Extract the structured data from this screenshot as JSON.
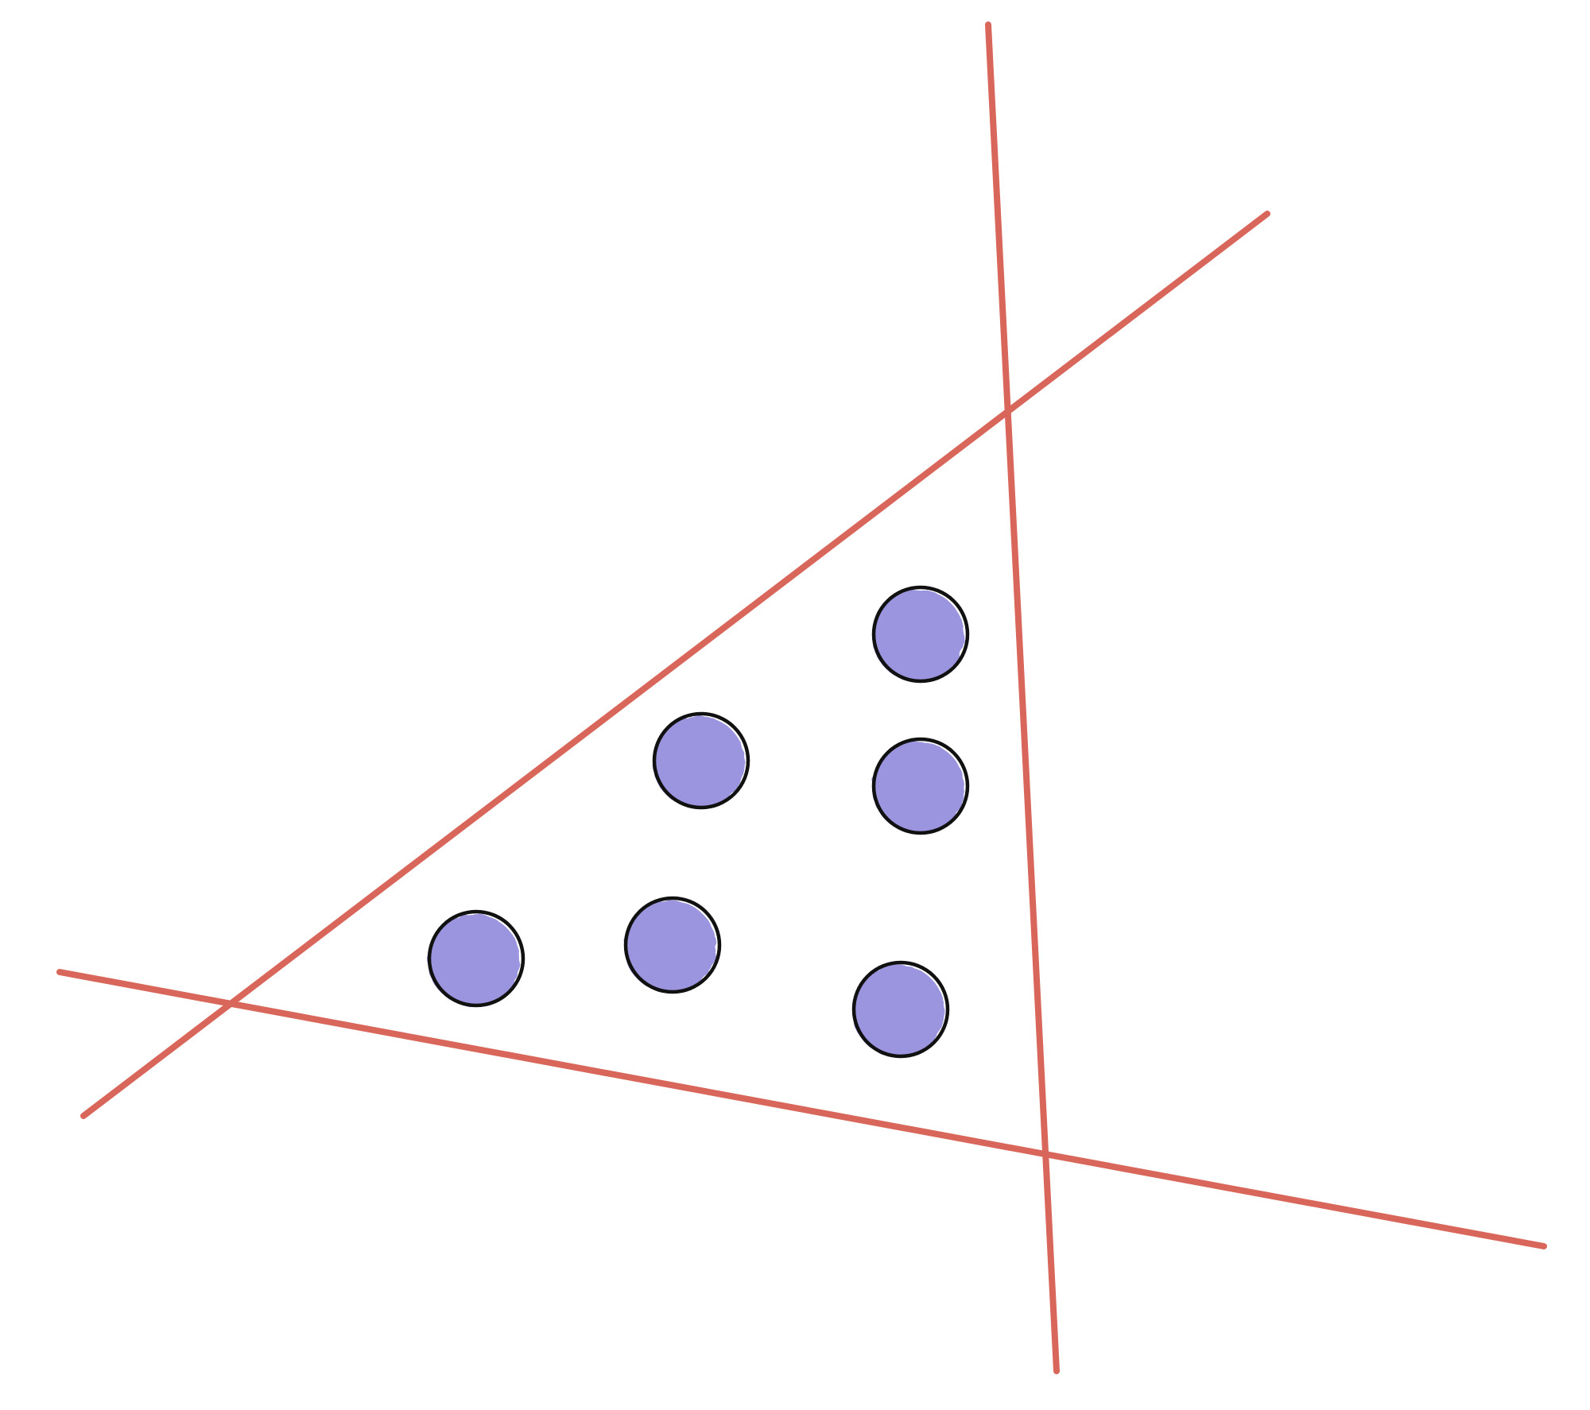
{
  "colors": {
    "background": "#ffffff",
    "line": "#d9665a",
    "dot_fill": "#9b95e0",
    "dot_stroke": "#111111"
  },
  "lines": [
    {
      "name": "near-vertical-line"
    },
    {
      "name": "rising-diagonal-line"
    },
    {
      "name": "falling-horizontal-line"
    }
  ],
  "dots": [
    {
      "name": "dot-top-right"
    },
    {
      "name": "dot-middle-left"
    },
    {
      "name": "dot-middle-right"
    },
    {
      "name": "dot-bottom-left"
    },
    {
      "name": "dot-bottom-middle"
    },
    {
      "name": "dot-bottom-right"
    }
  ]
}
